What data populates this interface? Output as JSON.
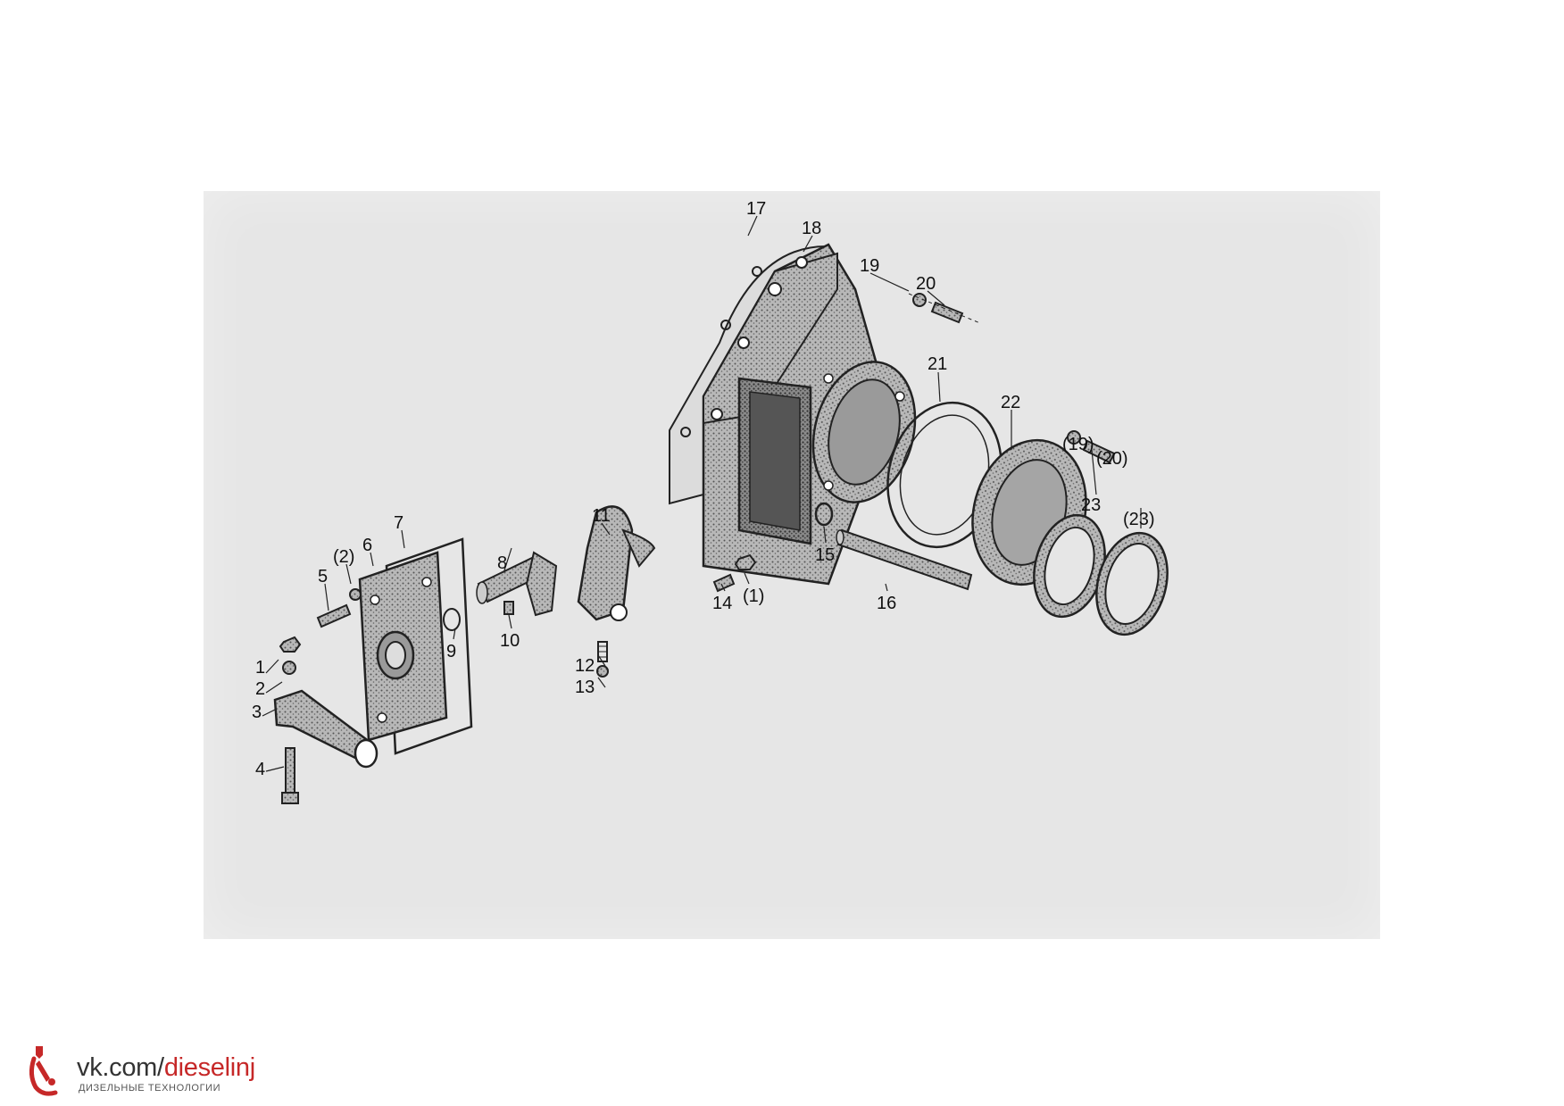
{
  "diagram": {
    "part_labels": [
      "17",
      "18",
      "19",
      "20",
      "21",
      "22",
      "(19)",
      "(20)",
      "23",
      "(23)",
      "11",
      "8",
      "7",
      "6",
      "(2)",
      "5",
      "1",
      "2",
      "3",
      "4",
      "9",
      "10",
      "12",
      "13",
      "14",
      "(1)",
      "15",
      "16"
    ]
  },
  "brand": {
    "url_prefix": "vk.com/",
    "url_accent": "dieselinj",
    "tagline": "ДИЗЕЛЬНЫЕ ТЕХНОЛОГИИ",
    "accent_color": "#c62828",
    "icon": "injector-icon"
  }
}
